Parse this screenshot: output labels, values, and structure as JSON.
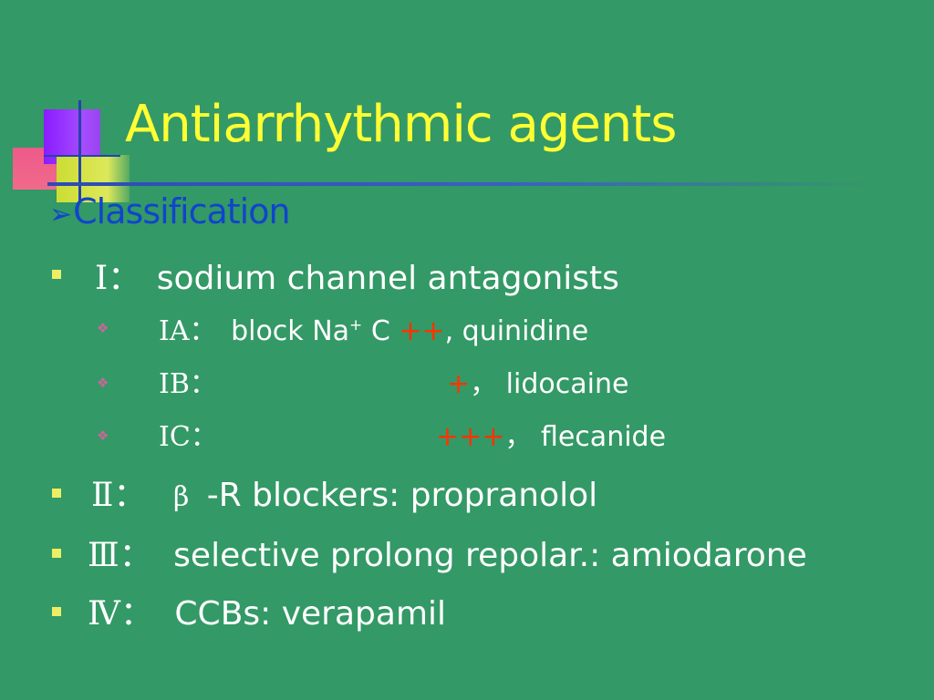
{
  "slide": {
    "title": "Antiarrhythmic agents",
    "subheading": "Classification",
    "subheading_icon": "arrow-bullet-icon",
    "items": [
      {
        "label": "Ⅰ：",
        "text": "sodium channel antagonists",
        "subitems": [
          {
            "label": "ⅠA：",
            "text_pre": "block Na",
            "sup": "+",
            "text_mid": " C ",
            "mark": "++",
            "text_post": ", quinidine"
          },
          {
            "label": "ⅠB：",
            "mark": "+",
            "text_post": "， lidocaine"
          },
          {
            "label": "ⅠC：",
            "mark": "+++",
            "text_post": "， flecanide"
          }
        ]
      },
      {
        "label": "Ⅱ：",
        "greek": "β",
        "text": "-R blockers: propranolol"
      },
      {
        "label": "Ⅲ：",
        "text": "selective prolong repolar.: amiodarone"
      },
      {
        "label": "Ⅳ：",
        "text": "CCBs: verapamil"
      }
    ]
  },
  "colors": {
    "background": "#339966",
    "title": "#ffff33",
    "subheading": "#1144cc",
    "body_text": "#ffffff",
    "mark": "#ff3300",
    "bullet": "#eeee66"
  }
}
